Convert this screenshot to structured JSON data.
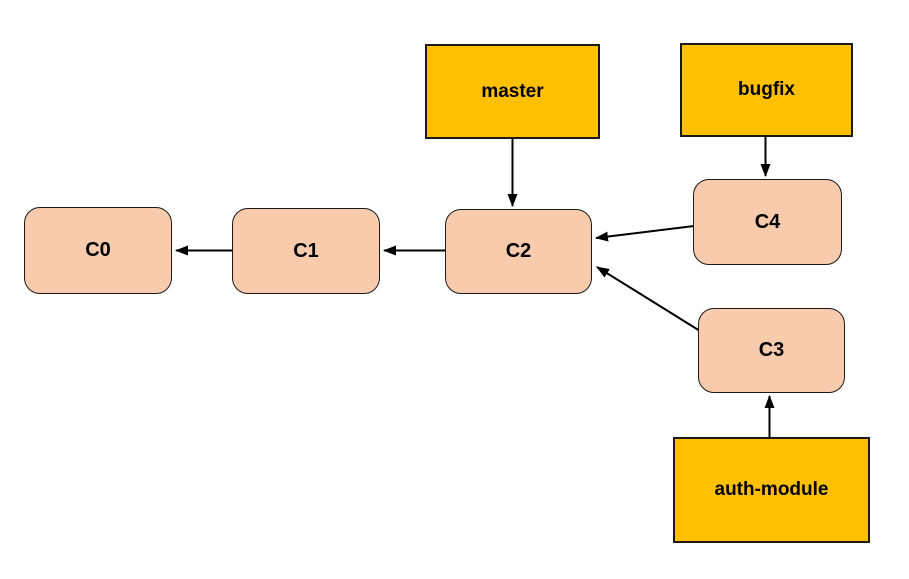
{
  "diagram": {
    "type": "git-commit-graph",
    "colors": {
      "branch_fill": "#FFC000",
      "commit_fill": "#F8CBAD",
      "node_border": "#1a1a1a",
      "arrow_color": "#000000",
      "bg": "#ffffff",
      "text": "#000000"
    },
    "branches": [
      {
        "id": "master",
        "label": "master",
        "points_to": "C2"
      },
      {
        "id": "bugfix",
        "label": "bugfix",
        "points_to": "C4"
      },
      {
        "id": "auth-module",
        "label": "auth-module",
        "points_to": "C3"
      }
    ],
    "commits": [
      {
        "id": "C0",
        "label": "C0",
        "parent": null
      },
      {
        "id": "C1",
        "label": "C1",
        "parent": "C0"
      },
      {
        "id": "C2",
        "label": "C2",
        "parent": "C1"
      },
      {
        "id": "C4",
        "label": "C4",
        "parent": "C2"
      },
      {
        "id": "C3",
        "label": "C3",
        "parent": "C2"
      }
    ],
    "edges": [
      {
        "from": "master",
        "to": "C2"
      },
      {
        "from": "bugfix",
        "to": "C4"
      },
      {
        "from": "auth-module",
        "to": "C3"
      },
      {
        "from": "C1",
        "to": "C0"
      },
      {
        "from": "C2",
        "to": "C1"
      },
      {
        "from": "C4",
        "to": "C2"
      },
      {
        "from": "C3",
        "to": "C2"
      }
    ]
  }
}
